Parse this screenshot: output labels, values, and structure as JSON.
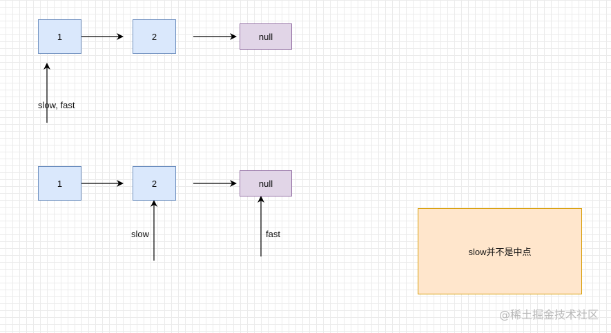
{
  "diagram": {
    "case1": {
      "nodes": [
        "1",
        "2",
        "null"
      ],
      "pointer_label": "slow, fast"
    },
    "case2": {
      "nodes": [
        "1",
        "2",
        "null"
      ],
      "slow_label": "slow",
      "fast_label": "fast"
    },
    "note": "slow并不是中点"
  },
  "watermark": "@稀土掘金技术社区",
  "colors": {
    "node_fill": "#dae8fc",
    "node_border": "#6c8ebf",
    "null_fill": "#e1d5e7",
    "null_border": "#9673a6",
    "note_fill": "#ffe6cc",
    "note_border": "#d79b00"
  }
}
